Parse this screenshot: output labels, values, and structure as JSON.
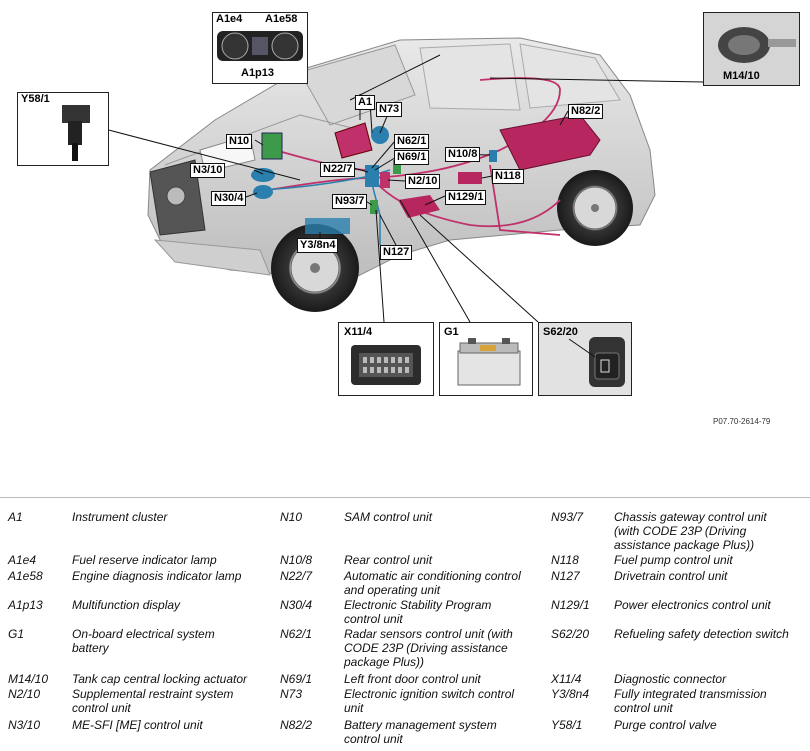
{
  "figure_ref": "P07.70-2614-79",
  "callouts": [
    {
      "code": "A1e4"
    },
    {
      "code": "A1e58"
    },
    {
      "code": "A1p13"
    },
    {
      "code": "M14/10"
    },
    {
      "code": "Y58/1"
    },
    {
      "code": "A1"
    },
    {
      "code": "N73"
    },
    {
      "code": "N82/2"
    },
    {
      "code": "N10"
    },
    {
      "code": "N62/1"
    },
    {
      "code": "N69/1"
    },
    {
      "code": "N10/8"
    },
    {
      "code": "N3/10"
    },
    {
      "code": "N22/7"
    },
    {
      "code": "N2/10"
    },
    {
      "code": "N118"
    },
    {
      "code": "N30/4"
    },
    {
      "code": "N129/1"
    },
    {
      "code": "N93/7"
    },
    {
      "code": "Y3/8n4"
    },
    {
      "code": "N127"
    },
    {
      "code": "X11/4"
    },
    {
      "code": "G1"
    },
    {
      "code": "S62/20"
    }
  ],
  "legend": [
    {
      "code": "A1",
      "desc": "Instrument cluster"
    },
    {
      "code": "A1e4",
      "desc": "Fuel reserve indicator lamp"
    },
    {
      "code": "A1e58",
      "desc": "Engine diagnosis indicator lamp"
    },
    {
      "code": "A1p13",
      "desc": "Multifunction display"
    },
    {
      "code": "G1",
      "desc": "On-board electrical system battery"
    },
    {
      "code": "M14/10",
      "desc": "Tank cap central locking actuator"
    },
    {
      "code": "N2/10",
      "desc": "Supplemental restraint system control unit"
    },
    {
      "code": "N3/10",
      "desc": "ME-SFI [ME] control unit"
    },
    {
      "code": "N10",
      "desc": "SAM control unit"
    },
    {
      "code": "N10/8",
      "desc": "Rear control unit"
    },
    {
      "code": "N22/7",
      "desc": "Automatic air conditioning control and operating unit"
    },
    {
      "code": "N30/4",
      "desc": "Electronic Stability Program control unit"
    },
    {
      "code": "N62/1",
      "desc": "Radar sensors control unit (with CODE 23P (Driving assistance package Plus))"
    },
    {
      "code": "N69/1",
      "desc": "Left front door control unit"
    },
    {
      "code": "N73",
      "desc": "Electronic ignition switch control unit"
    },
    {
      "code": "N82/2",
      "desc": "Battery management system control unit"
    },
    {
      "code": "N93/7",
      "desc": "Chassis gateway control unit (with CODE 23P (Driving assistance package Plus))"
    },
    {
      "code": "N118",
      "desc": "Fuel pump control unit"
    },
    {
      "code": "N127",
      "desc": "Drivetrain control unit"
    },
    {
      "code": "N129/1",
      "desc": "Power electronics control unit"
    },
    {
      "code": "S62/20",
      "desc": "Refueling safety detection switch"
    },
    {
      "code": "X11/4",
      "desc": "Diagnostic connector"
    },
    {
      "code": "Y3/8n4",
      "desc": "Fully integrated transmission control unit"
    },
    {
      "code": "Y58/1",
      "desc": "Purge control valve"
    }
  ],
  "colors": {
    "wiring": "#c0306a",
    "highlight_unit": "#b8265f",
    "line": "#111111"
  }
}
